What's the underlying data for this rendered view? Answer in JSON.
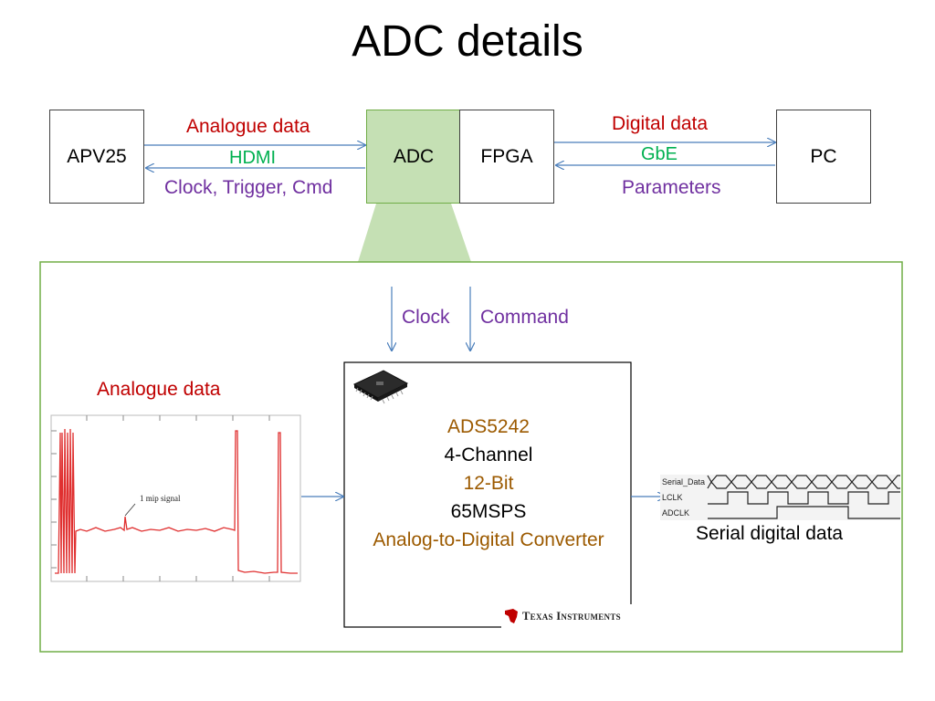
{
  "title": "ADC details",
  "top_row": {
    "apv25": "APV25",
    "adc": "ADC",
    "fpga": "FPGA",
    "pc": "PC",
    "left_link": {
      "upper": "Analogue data",
      "middle": "HDMI",
      "lower": "Clock, Trigger, Cmd"
    },
    "right_link": {
      "upper": "Digital data",
      "middle": "GbE",
      "lower": "Parameters"
    }
  },
  "detail": {
    "clock": "Clock",
    "command": "Command",
    "analogue_data": "Analogue data",
    "mip_signal": "1 mip signal",
    "chip": {
      "part": "ADS5242",
      "channels": "4-Channel",
      "bits": "12-Bit",
      "rate": "65MSPS",
      "desc": "Analog-to-Digital Converter"
    },
    "ti_logo_text": "Texas Instruments",
    "serial_labels": [
      "Serial_Data",
      "LCLK",
      "ADCLK"
    ],
    "serial_caption": "Serial digital data"
  },
  "colors": {
    "adc_fill": "#c5e0b4",
    "green_border": "#70ad47",
    "arrow": "#4a7ebb",
    "trace": "#e03030"
  }
}
